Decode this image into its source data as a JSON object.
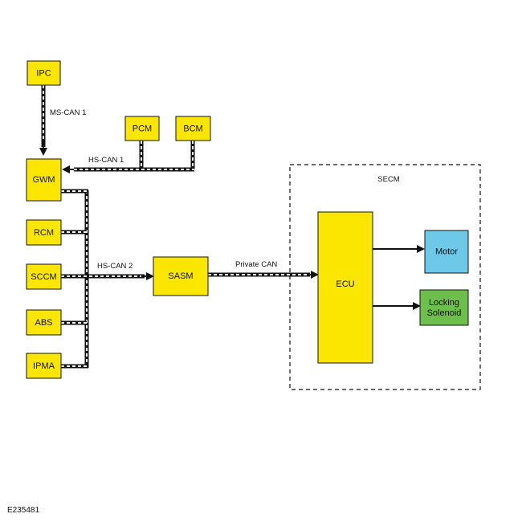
{
  "modules": {
    "ipc": "IPC",
    "pcm": "PCM",
    "bcm": "BCM",
    "gwm": "GWM",
    "rcm": "RCM",
    "sccm": "SCCM",
    "abs": "ABS",
    "ipma": "IPMA",
    "sasm": "SASM",
    "ecu": "ECU",
    "motor": "Motor",
    "locking_solenoid_line1": "Locking",
    "locking_solenoid_line2": "Solenoid"
  },
  "group": {
    "secm": "SECM"
  },
  "networks": {
    "ms_can_1": "MS-CAN 1",
    "hs_can_1": "HS-CAN 1",
    "hs_can_2": "HS-CAN 2",
    "private_can": "Private CAN"
  },
  "figure_code": "E235481",
  "colors": {
    "module_fill": "#FAE600",
    "motor_fill": "#6EC8E8",
    "solenoid_fill": "#6CBF4A",
    "outline": "#111111",
    "bus_dash": "#ffffff"
  }
}
